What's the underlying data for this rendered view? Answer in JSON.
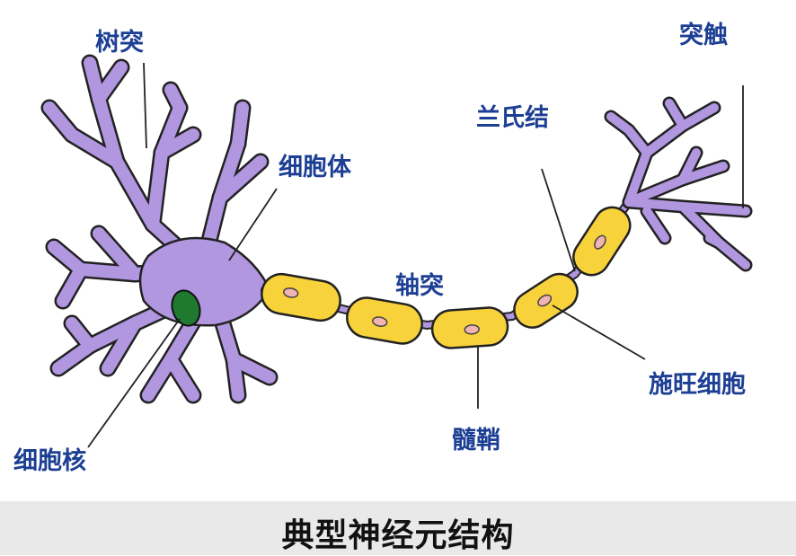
{
  "title": "典型神经元结构",
  "labels": {
    "dendrite": "树突",
    "cell_body": "细胞体",
    "nucleus": "细胞核",
    "axon": "轴突",
    "myelin_sheath": "髓鞘",
    "node_of_ranvier": "兰氏结",
    "schwann_cell": "施旺细胞",
    "synapse": "突触"
  },
  "colors": {
    "neuron_body": "#b196e0",
    "neuron_outline": "#222222",
    "nucleus": "#1f7a2f",
    "myelin": "#f7d23a",
    "schwann_nucleus": "#f2b3b3",
    "label_text": "#1c3f94",
    "caption_bar": "#e9e9e9"
  }
}
